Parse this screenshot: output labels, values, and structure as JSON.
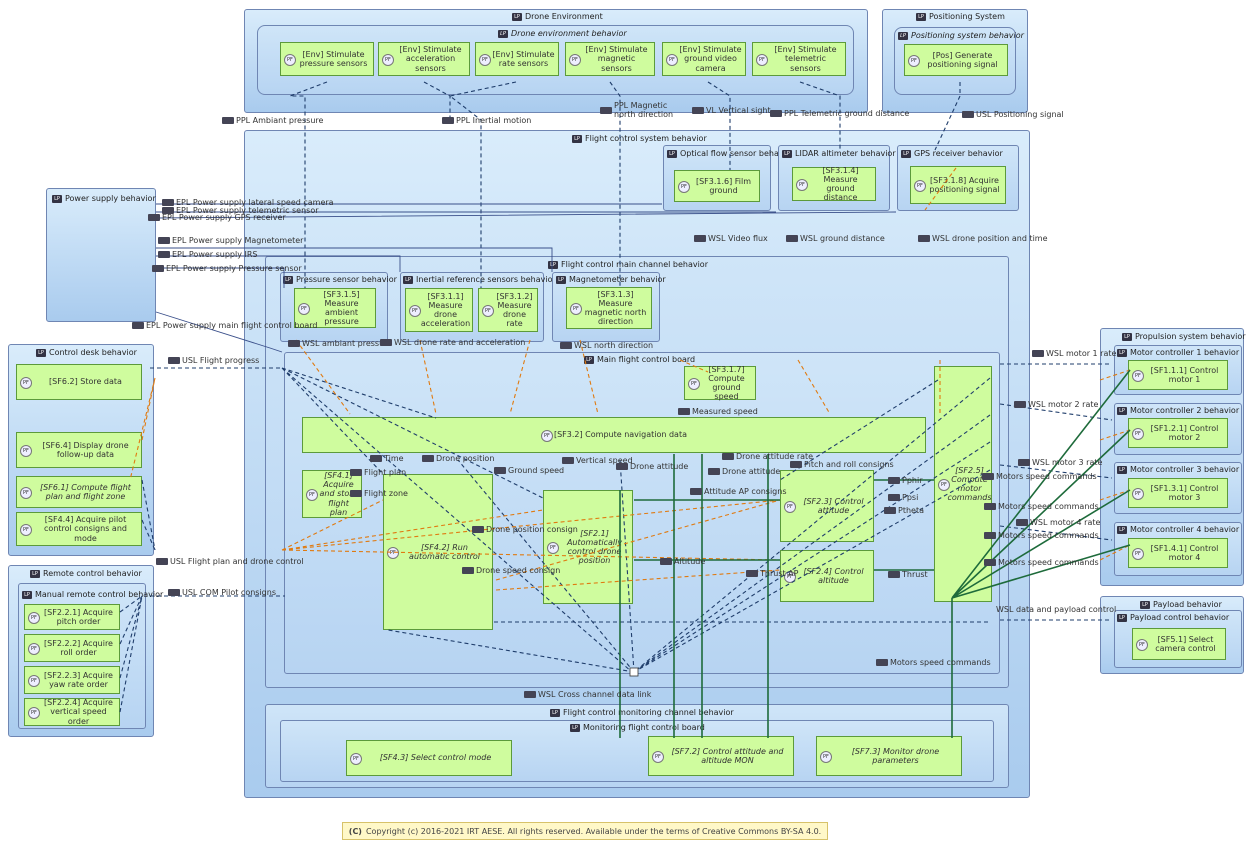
{
  "components": {
    "drone_env": "Drone Environment",
    "drone_env_behavior": "Drone environment behavior",
    "pos_system": "Positioning System",
    "pos_system_behavior": "Positioning system behavior",
    "flight_control": "Flight control system behavior",
    "optical_flow": "Optical flow sensor behavior",
    "lidar": "LIDAR altimeter behavior",
    "gps": "GPS receiver behavior",
    "power_supply": "Power supply behavior",
    "main_channel": "Flight control main channel behavior",
    "pressure_sensor": "Pressure sensor behavior",
    "inertial": "Inertial reference sensors behavior",
    "magnetometer": "Magnetometer behavior",
    "control_desk": "Control desk behavior",
    "main_board": "Main flight control board",
    "remote_control": "Remote control behavior",
    "manual_remote": "Manual remote control behavior",
    "propulsion": "Propulsion system behavior",
    "motor1": "Motor controller 1 behavior",
    "motor2": "Motor controller 2 behavior",
    "motor3": "Motor controller 3 behavior",
    "motor4": "Motor controller 4 behavior",
    "payload": "Payload behavior",
    "payload_control": "Payload control behavior",
    "monitoring_channel": "Flight control monitoring channel behavior",
    "monitoring_board": "Monitoring flight control board"
  },
  "functions": {
    "env_pressure": "[Env] Stimulate pressure sensors",
    "env_accel": "[Env] Stimulate acceleration sensors",
    "env_rate": "[Env] Stimulate rate sensors",
    "env_mag": "[Env] Stimulate magnetic sensors",
    "env_video": "[Env] Stimulate ground video camera",
    "env_telemetric": "[Env] Stimulate telemetric sensors",
    "pos_gen": "[Pos] Generate positioning signal",
    "sf316": "[SF3.1.6] Film ground",
    "sf314": "[SF3.1.4] Measure ground distance",
    "sf318": "[SF3.1.8] Acquire positioning signal",
    "sf315": "[SF3.1.5] Measure ambient pressure",
    "sf311": "[SF3.1.1] Measure drone acceleration",
    "sf312": "[SF3.1.2] Measure drone rate",
    "sf313": "[SF3.1.3] Measure magnetic north direction",
    "sf317": "[SF3.1.7] Compute ground speed",
    "sf32": "[SF3.2] Compute navigation data",
    "sf41": "[SF4.1] Acquire and store flight plan",
    "sf42": "[SF4.2] Run automatic control",
    "sf21": "[SF2.1] Automatically control drone position",
    "sf23": "[SF2.3] Control attitude",
    "sf24": "[SF2.4] Control altitude",
    "sf25": "[SF2.5] Compute motor commands",
    "sf62": "[SF6.2] Store data",
    "sf64": "[SF6.4] Display drone follow-up data",
    "sf61": "[SF6.1] Compute flight plan and flight zone",
    "sf44": "[SF4.4] Acquire pilot control consigns and mode",
    "sf221": "[SF2.2.1] Acquire pitch order",
    "sf222": "[SF2.2.2] Acquire roll order",
    "sf223": "[SF2.2.3] Acquire yaw rate order",
    "sf224": "[SF2.2.4] Acquire vertical speed order",
    "sf111": "[SF1.1.1] Control motor 1",
    "sf121": "[SF1.2.1] Control motor 2",
    "sf131": "[SF1.3.1] Control motor 3",
    "sf141": "[SF1.4.1] Control motor 4",
    "sf51": "[SF5.1] Select camera control",
    "sf43": "[SF4.3] Select control mode",
    "sf72": "[SF7.2] Control attitude and altitude MON",
    "sf73": "[SF7.3] Monitor drone parameters"
  },
  "links": {
    "ppl_ambiant": "PPL Ambiant pressure",
    "ppl_inertial": "PPL Inertial motion",
    "ppl_magnetic": "PPL Magnetic north direction",
    "vl_vertical": "VL Vertical sight",
    "ppl_telemetric": "PPL Telemetric ground distance",
    "usl_positioning": "USL Positioning signal",
    "epl_lateral": "EPL Power supply lateral speed camera",
    "epl_telemetric": "EPL Power supply telemetric sensor",
    "epl_gps": "EPL Power supply GPS receiver",
    "epl_mag": "EPL Power supply Magnetometer",
    "epl_irs": "EPL Power supply IRS",
    "epl_pressure": "EPL Power supply Pressure sensor",
    "epl_main": "EPL Power supply main flight control board",
    "wsl_video": "WSL Video flux",
    "wsl_ground": "WSL ground distance",
    "wsl_gps": "WSL drone position and time",
    "wsl_ambiant": "WSL ambiant pressure",
    "wsl_rate": "WSL drone rate and acceleration",
    "wsl_north": "WSL north direction",
    "usl_progress": "USL Flight progress",
    "usl_plan": "USL Flight plan and drone control",
    "usl_com": "USL COM Pilot consigns",
    "wsl_m1": "WSL motor 1 rate",
    "wsl_m2": "WSL motor 2 rate",
    "wsl_m3": "WSL motor 3 rate",
    "wsl_m4": "WSL motor 4 rate",
    "wsl_payload": "WSL data and payload control",
    "wsl_cross": "WSL Cross channel data link",
    "measured_speed": "Measured speed",
    "drone_attitude_rate": "Drone attitude rate",
    "time": "Time",
    "drone_position": "Drone position",
    "ground_speed": "Ground speed",
    "vertical_speed": "Vertical speed",
    "drone_attitude_1": "Drone attitude",
    "drone_attitude_2": "Drone attitude",
    "pitch_roll": "Pitch and roll consigns",
    "flight_plan": "Flight plan",
    "flight_zone": "Flight zone",
    "attitude_ap": "Attitude AP consigns",
    "drone_pos_consign": "Drone position consign",
    "drone_speed_consign": "Drone speed consign",
    "altitude": "Altitude",
    "thrust_ap": "Thrust AP",
    "pphir": "Pphir",
    "ppsi": "Ppsi",
    "ptheta": "Ptheta",
    "thrust": "Thrust",
    "msc1": "Motors speed commands",
    "msc2": "Motors speed commands",
    "msc3": "Motors speed commands",
    "msc4": "Motors speed commands",
    "msc5": "Motors speed commands"
  },
  "copyright": "Copyright (c) 2016-2021 IRT AESE. All rights reserved. Available under the terms of Creative Commons BY-SA 4.0.",
  "icons": {
    "component": "component-behavior-icon",
    "function": "function-icon",
    "exchange": "exchange-item-icon"
  },
  "colors": {
    "component_fill": "#b7d4f2",
    "function_fill": "#cffc9e",
    "data_flow": "#1f3d6b",
    "control_flow": "#e07a10",
    "power_flow": "#1e6b3b"
  }
}
